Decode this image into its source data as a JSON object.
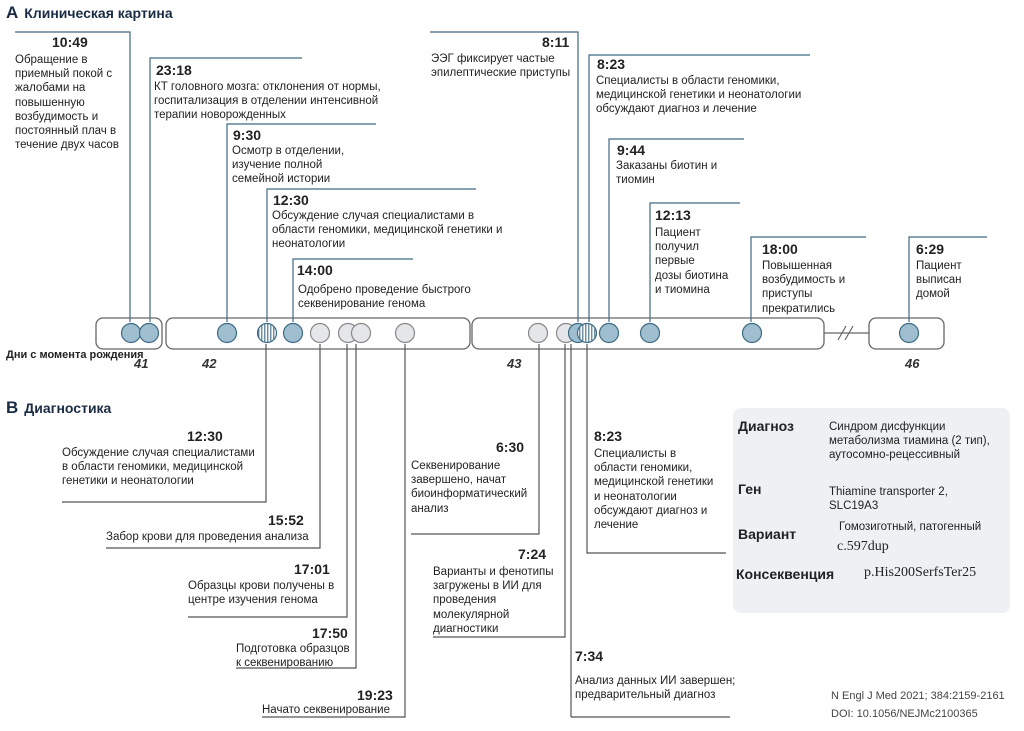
{
  "sections": {
    "a_letter": "A",
    "a_title": "Клиническая картина",
    "b_letter": "B",
    "b_title": "Диагностика"
  },
  "day_axis_label": "Дни с момента\nрождения",
  "days": [
    "41",
    "42",
    "43",
    "46"
  ],
  "clinical_events": [
    {
      "time": "10:49",
      "text": "Обращение в\nприемный покой с\nжалобами на\nповышенную\nвозбудимость и\nпостоянный плач в\nтечение двух часов"
    },
    {
      "time": "23:18",
      "text": "КТ головного мозга: отклонения от нормы,\nгоспитализация в отделении интенсивной\nтерапии новорожденных"
    },
    {
      "time": "9:30",
      "text": "Осмотр в отделении,\nизучение полной\nсемейной истории"
    },
    {
      "time": "12:30",
      "text": "Обсуждение случая специалистами в\nобласти геномики, медицинской генетики и\nнеонатологии"
    },
    {
      "time": "14:00",
      "text": "Одобрено проведение быстрого\nсеквенирование генома"
    },
    {
      "time": "8:11",
      "text": "ЭЭГ фиксирует частые\nэпилептические приступы"
    },
    {
      "time": "8:23",
      "text": "Специалисты в области геномики,\nмедицинской генетики и неонатологии\nобсуждают диагноз и лечение"
    },
    {
      "time": "9:44",
      "text": "Заказаны биотин и\nтиомин"
    },
    {
      "time": "12:13",
      "text": "Пациент\nполучил\nпервые\nдозы биотина\nи тиомина"
    },
    {
      "time": "18:00",
      "text": "Повышенная\nвозбудимость  и\nприступы\nпрекратились"
    },
    {
      "time": "6:29",
      "text": "Пациент\nвыписан\nдомой"
    }
  ],
  "diagnostic_events": [
    {
      "time": "12:30",
      "text": "Обсуждение случая специалистами\nв области геномики, медицинской\nгенетики и неонатологии"
    },
    {
      "time": "15:52",
      "text": "Забор крови для проведения анализа"
    },
    {
      "time": "17:01",
      "text": "Образцы крови получены в\nцентре изучения генома"
    },
    {
      "time": "17:50",
      "text": "Подготовка образцов\nк секвенированию"
    },
    {
      "time": "19:23",
      "text": "Начато секвенирование"
    },
    {
      "time": "6:30",
      "text": "Секвенирование\nзавершено, начат\nбиоинформатический\nанализ"
    },
    {
      "time": "7:24",
      "text": "Варианты и фенотипы\nзагружены в ИИ для\nпроведения\nмолекулярной\nдиагностики"
    },
    {
      "time": "7:34",
      "text": "Анализ данных ИИ завершен;\nпредварительный диагноз"
    },
    {
      "time": "8:23",
      "text": "Специалисты в\nобласти геномики,\nмедицинской генетики\nи неонатологии\nобсуждают диагноз и\nлечение"
    }
  ],
  "diagnosis": {
    "diag_label": "Диагноз",
    "diag_value": "Синдром дисфункции\nметаболизма тиамина (2 тип),\nаутосомно-рецессивный",
    "gene_label": "Ген",
    "gene_value": "Thiamine transporter 2,\nSLC19A3",
    "variant_label": "Вариант",
    "variant_value1": "Гомозиготный, патогенный",
    "variant_value2": "c.597dup",
    "consequence_label": "Консеквенция",
    "consequence_value": "p.His200SerfsTer25"
  },
  "citation": {
    "line1": "N Engl J Med 2021; 384:2159-2161",
    "line2": "DOI: 10.1056/NEJMc2100365"
  },
  "colors": {
    "clinical_dot": "#9fbfd0",
    "diagnostic_dot": "#e4e6e9",
    "line_clinical": "#3d6b84",
    "line_diagnostic": "#555555",
    "box_bg": "#eef1f4"
  }
}
